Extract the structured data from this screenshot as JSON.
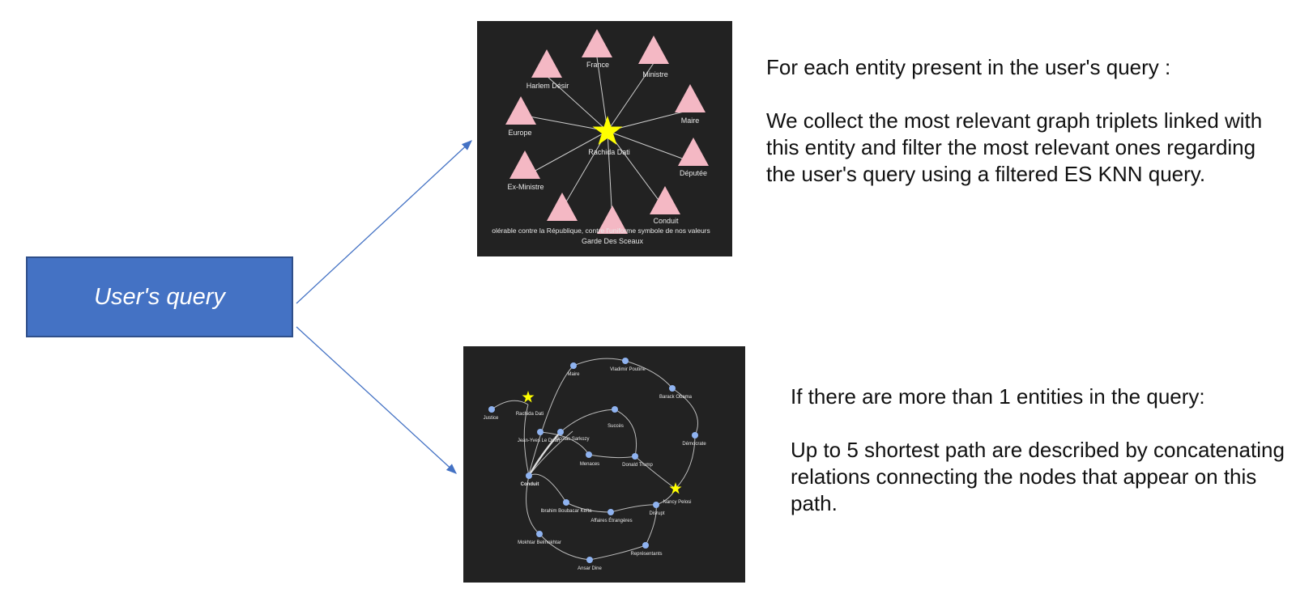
{
  "query": {
    "label": "User's query"
  },
  "text_top": {
    "heading": "For each entity present in the user's query :",
    "body": "We collect the most relevant graph triplets linked with this entity and filter the most relevant ones regarding the user's query using a filtered ES KNN query."
  },
  "text_bottom": {
    "heading": "If there are more than 1 entities in the query:",
    "body": "Up to 5 shortest path are described by concatenating relations connecting the nodes that appear on this path."
  },
  "graph1": {
    "center": "Rachida Dati",
    "nodes": [
      "France",
      "Ministre",
      "Harlem Désir",
      "Maire",
      "Europe",
      "Députée",
      "Ex-Ministre",
      "Conduit",
      "Garde Des Sceaux"
    ],
    "caption": "olérable contre la République, contre l'uniforme symbole de nos valeurs",
    "colors": {
      "background": "#222222",
      "triangle": "#f4b8c4",
      "star": "#ffff00",
      "edge": "#cccccc"
    }
  },
  "graph2": {
    "nodes": [
      "Maire",
      "Vladimir Poutine",
      "Barack Obama",
      "Justice",
      "Rachida Dati",
      "Jean-Yves Le Drian",
      "Nicolas Sarkozy",
      "Succès",
      "Démocrate",
      "Menaces",
      "Donald Trump",
      "Conduit",
      "Nancy Pelosi",
      "Ibrahim Boubacar Keïta",
      "Affaires Étrangères",
      "Disrupt",
      "Mokhtar Belmokhtar",
      "Représentants",
      "Ansar Dine"
    ],
    "colors": {
      "background": "#222222",
      "node": "#8fb3f0",
      "star": "#ffff00",
      "edge": "#bbbbbb"
    }
  }
}
